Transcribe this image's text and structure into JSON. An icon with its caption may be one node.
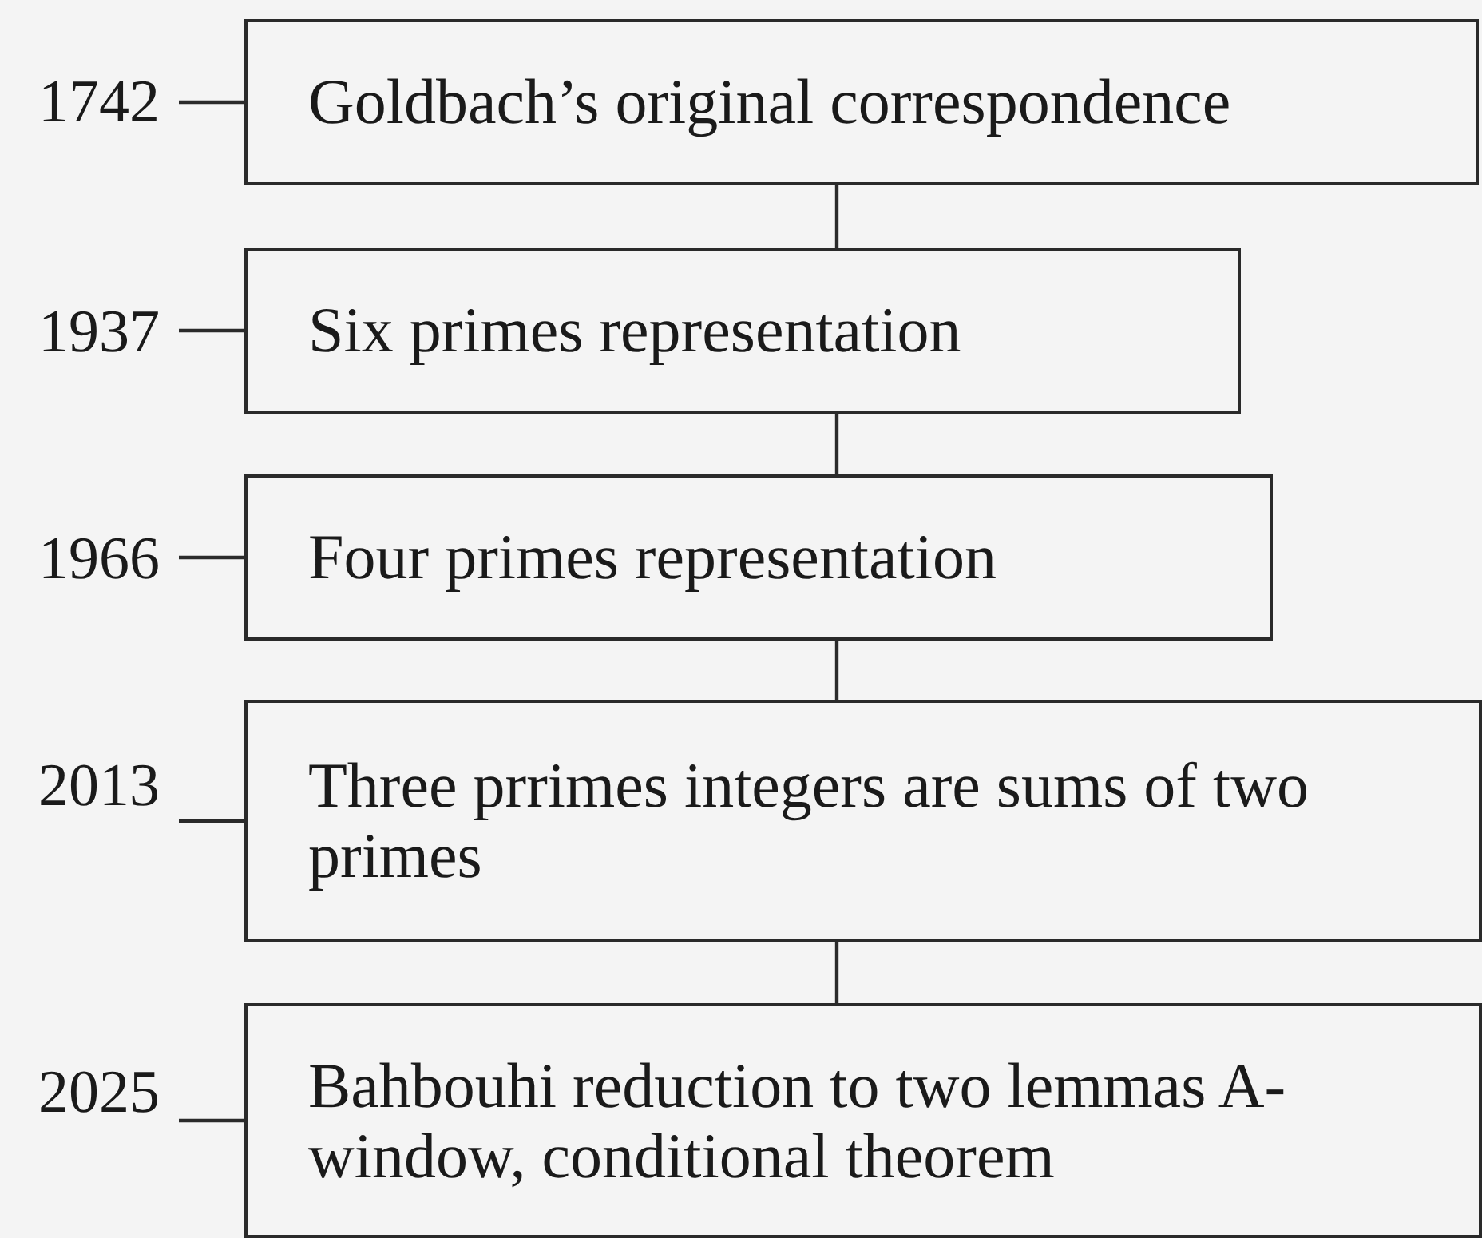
{
  "diagram": {
    "nodes": [
      {
        "text": [
          "1742"
        ]
      },
      {
        "text": [
          "Goldbach’s original correspondence"
        ]
      },
      {
        "text": [
          "1937"
        ]
      },
      {
        "text": [
          "Six primes representation"
        ]
      },
      {
        "text": [
          "1966"
        ]
      },
      {
        "text": [
          "Four primes representation"
        ]
      },
      {
        "text": [
          "2013"
        ]
      },
      {
        "text": [
          "Three prrimes integers are sums of two primes"
        ]
      },
      {
        "text": [
          "2025"
        ]
      },
      {
        "text": [
          "Bahbouhi reduction to two lemmas A-window, conditional theorem"
        ]
      }
    ],
    "edges": [
      {
        "from": 0,
        "to": 1,
        "arrow": "none"
      },
      {
        "from": 2,
        "to": 3,
        "arrow": "none"
      },
      {
        "from": 4,
        "to": 5,
        "arrow": "none"
      },
      {
        "from": 6,
        "to": 7,
        "arrow": "none"
      },
      {
        "from": 8,
        "to": 9,
        "arrow": "none"
      },
      {
        "from": 1,
        "to": 3,
        "arrow": "none"
      },
      {
        "from": 3,
        "to": 5,
        "arrow": "none"
      },
      {
        "from": 5,
        "to": 7,
        "arrow": "none"
      },
      {
        "from": 7,
        "to": 9,
        "arrow": "none"
      }
    ]
  }
}
